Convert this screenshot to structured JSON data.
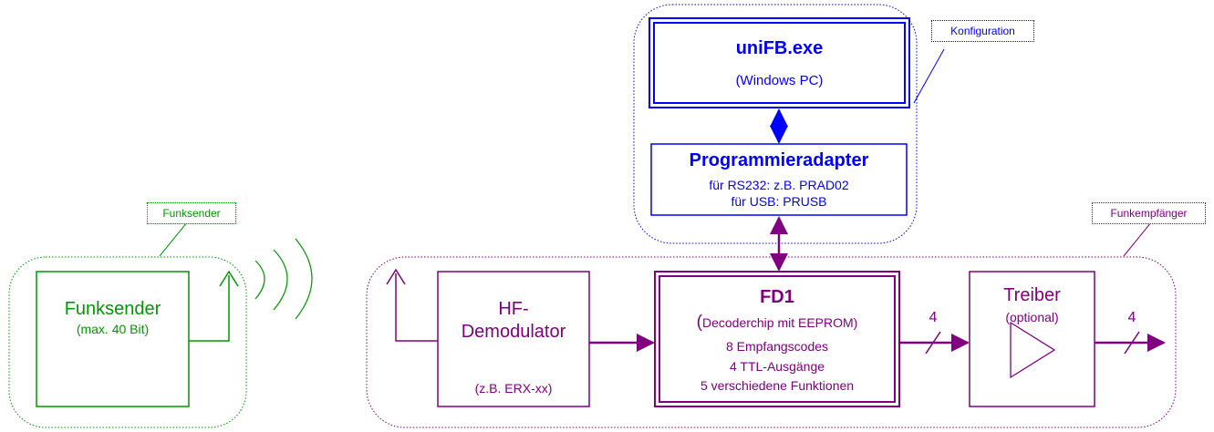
{
  "colors": {
    "blue": "#0000ff",
    "green": "#009900",
    "purple": "#800080"
  },
  "groups": {
    "konfiguration": "Konfiguration",
    "funksender": "Funksender",
    "funkempfaenger": "Funkempfänger"
  },
  "unifb": {
    "title": "uniFB.exe",
    "subtitle": "(Windows PC)"
  },
  "programmieradapter": {
    "title": "Programmieradapter",
    "line1": "für RS232: z.B. PRAD02",
    "line2": "für USB: PRUSB"
  },
  "sender": {
    "title": "Funksender",
    "subtitle": "(max. 40 Bit)"
  },
  "hf": {
    "line1": "HF-",
    "line2": "Demodulator",
    "note": "(z.B. ERX-xx)"
  },
  "fd1": {
    "title": "FD1",
    "line1": "Decoderchip mit EEPROM)",
    "line2": "8 Empfangscodes",
    "line3": "4 TTL-Ausgänge",
    "line4": "5 verschiedene Funktionen"
  },
  "treiber": {
    "title": "Treiber",
    "subtitle": "(optional)"
  },
  "bus": {
    "fd1_to_treiber": "4",
    "treiber_out": "4"
  }
}
